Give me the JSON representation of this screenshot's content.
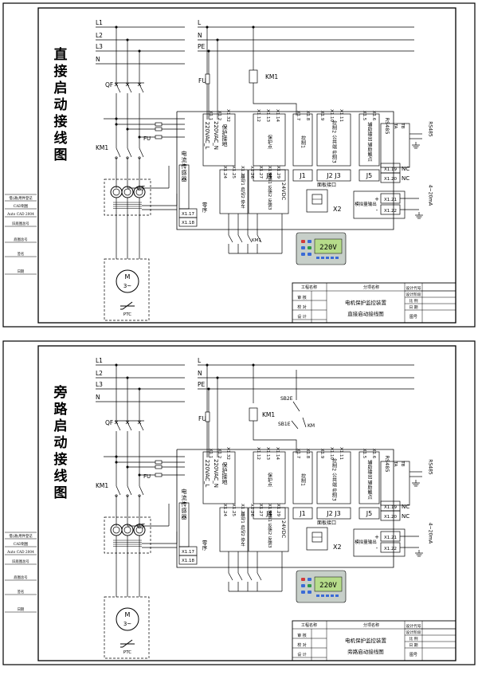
{
  "sheets": [
    {
      "title_chars": [
        "直",
        "接",
        "启",
        "动",
        "接",
        "线",
        "图"
      ],
      "phases": [
        "L1",
        "L2",
        "L3",
        "N"
      ],
      "supply": [
        "L",
        "N",
        "PE"
      ],
      "qf": "QF",
      "fu_left": "FU",
      "fu_right": "FU",
      "km_coil": "KM1",
      "km_main": "KM1",
      "ct": "CT",
      "motor": [
        "M",
        "3~"
      ],
      "ptc": "PTC",
      "ct_box": "电流传感器",
      "zero_seq": "零序",
      "top_terms": [
        "X1.1",
        "X1.2",
        "X1.32"
      ],
      "power_labels": [
        "220VAC_L",
        "220VAC_N",
        "保护接地"
      ],
      "relay_groups": [
        {
          "terms": [
            "X1.12",
            "X1.13",
            "X1.14"
          ],
          "txt": "保护点",
          "j": "J4"
        },
        {
          "terms": [
            "X1.7",
            "X1.8"
          ],
          "txt": "控制1",
          "j": "J1"
        },
        {
          "terms": [
            "X1.9",
            "X1.10",
            "X1.11"
          ],
          "txt": "控制2 公共端 控制3",
          "j": "J2 J3"
        },
        {
          "terms": [
            "X1.5",
            "X1.6"
          ],
          "txt": "辅助输出 辅助触点",
          "j": "J5"
        }
      ],
      "rs485": [
        "RS485",
        "TA",
        "TB",
        "X1.30",
        "X1.31"
      ],
      "nc_rows": [
        [
          "X1.19",
          "NC"
        ],
        [
          "X1.20",
          "NC"
        ]
      ],
      "analog_box": "模拟量输出",
      "analog_terms": [
        "X1.21",
        "X1.22"
      ],
      "analog_sign": [
        "+",
        "-"
      ],
      "ma_label": "4~20mA",
      "ct_terms": [
        "X1.17",
        "X1.18"
      ],
      "dig_terms": [
        "X1.24",
        "X1.25",
        "X1.23"
      ],
      "dig_text": "启动1 启动2 停车",
      "fb_terms": [
        "X1.26",
        "X1.27",
        "X1.28",
        "X1.29"
      ],
      "fb_text": "反馈1 反馈2 反馈3",
      "dc24": "24VDC",
      "panel_port": "面板接口",
      "x2": "X2",
      "display": "220V",
      "contact_km": "KM1",
      "tb_company": "工程名称",
      "tb_proj": "分项名称",
      "tb_rows": [
        "审 核",
        "校 对",
        "设 计"
      ],
      "tb_name1": "电机保护监控装置",
      "tb_name2": "直接启动接线图",
      "tb_right": [
        "设计代号",
        "设计阶段",
        "比 例",
        "日 期"
      ],
      "tb_no": "图号",
      "margin_labels": [
        "借(通)用件登记",
        "CAD制图",
        "Auto CAD 2004",
        "旧底图总号",
        "底图总号",
        "签名",
        "日期"
      ],
      "rs485_sym": "RS485"
    },
    {
      "title_chars": [
        "旁",
        "路",
        "启",
        "动",
        "接",
        "线",
        "图"
      ],
      "phases": [
        "L1",
        "L2",
        "L3",
        "N"
      ],
      "supply": [
        "L",
        "N",
        "PE"
      ],
      "qf": "QF",
      "fu_left": "FU",
      "fu_right": "FU",
      "km_coil": "KM1",
      "km_main": "KM1",
      "ct": "CT",
      "motor": [
        "M",
        "3~"
      ],
      "ptc": "PTC",
      "ct_box": "电流传感器",
      "zero_seq": "零序",
      "top_terms": [
        "X1.1",
        "X1.2",
        "X1.32"
      ],
      "power_labels": [
        "220VAC_L",
        "220VAC_N",
        "保护接地"
      ],
      "relay_groups": [
        {
          "terms": [
            "X1.12",
            "X1.13",
            "X1.14"
          ],
          "txt": "保护点",
          "j": "J4"
        },
        {
          "terms": [
            "X1.7",
            "X1.8"
          ],
          "txt": "控制1",
          "j": "J1"
        },
        {
          "terms": [
            "X1.9",
            "X1.10",
            "X1.11"
          ],
          "txt": "控制2 公共端 控制3",
          "j": "J2 J3"
        },
        {
          "terms": [
            "X1.5",
            "X1.6"
          ],
          "txt": "辅助输出 辅助触点",
          "j": "J5"
        }
      ],
      "rs485": [
        "RS485",
        "TA",
        "TB",
        "X1.30",
        "X1.31"
      ],
      "nc_rows": [
        [
          "X1.19",
          "NC"
        ],
        [
          "X1.20",
          "NC"
        ]
      ],
      "analog_box": "模拟量输出",
      "analog_terms": [
        "X1.21",
        "X1.22"
      ],
      "analog_sign": [
        "+",
        "-"
      ],
      "ma_label": "4~20mA",
      "ct_terms": [
        "X1.17",
        "X1.18"
      ],
      "dig_terms": [
        "X1.24",
        "X1.25",
        "X1.23"
      ],
      "dig_text": "启动1 启动2 停车",
      "fb_terms": [
        "X1.26",
        "X1.27",
        "X1.28",
        "X1.29"
      ],
      "fb_text": "反馈1 反馈2 反馈3",
      "dc24": "24VDC",
      "panel_port": "面板接口",
      "x2": "X2",
      "display": "220V",
      "sb2": "SB2E",
      "sb1": "SB1E",
      "km_contact": "KM",
      "tb_company": "工程名称",
      "tb_proj": "分项名称",
      "tb_rows": [
        "审 核",
        "校 对",
        "设 计"
      ],
      "tb_name1": "电机保护监控装置",
      "tb_name2": "旁路启动接线图",
      "tb_right": [
        "设计代号",
        "设计阶段",
        "比 例",
        "日 期"
      ],
      "tb_no": "图号",
      "margin_labels": [
        "借(通)用件登记",
        "CAD制图",
        "Auto CAD 2004",
        "旧底图总号",
        "底图总号",
        "签名",
        "日期"
      ],
      "rs485_sym": "RS485"
    }
  ]
}
